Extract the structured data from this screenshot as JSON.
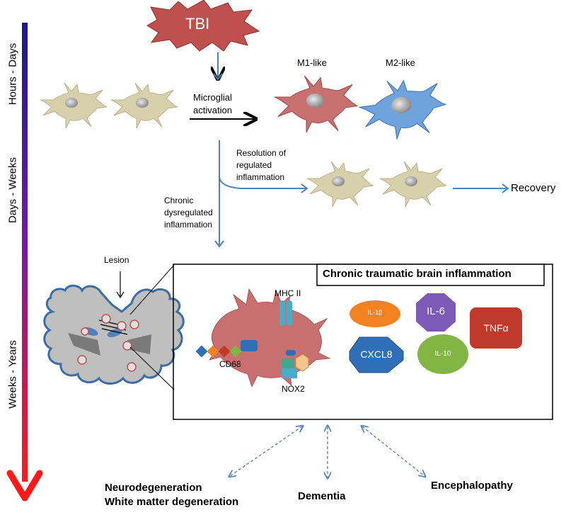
{
  "timeline": {
    "phases": [
      "Hours - Days",
      "Days - Weeks",
      "Weeks - Years"
    ]
  },
  "trigger": {
    "label": "TBI"
  },
  "labels": {
    "microglial_activation": [
      "Microglial",
      "activation"
    ],
    "m1": "M1-like",
    "m2": "M2-like",
    "resolution": [
      "Resolution of",
      "regulated",
      "inflammation"
    ],
    "recovery": "Recovery",
    "chronic": [
      "Chronic",
      "dysregulated",
      "inflammation"
    ],
    "lesion": "Lesion"
  },
  "panel": {
    "title": "Chronic traumatic brain inflammation",
    "markers": {
      "mhc": "MHC II",
      "cd68": "CD68",
      "nox2": "NOX2"
    },
    "cytokines": [
      "IL-1β",
      "IL-6",
      "TNFα",
      "CXCL8",
      "IL-10"
    ]
  },
  "outcomes": [
    "Neurodegeneration",
    "White matter degeneration",
    "Dementia",
    "Encephalopathy"
  ],
  "colors": {
    "tbi_fill": "#c0504d",
    "resting_cell": "#d8d0aa",
    "m1_cell": "#c87070",
    "m2_cell": "#6fa3dd",
    "arrow_blue": "#4f81bd",
    "il1b": "#f58220",
    "il6": "#7d5ab5",
    "tnfa": "#c0392b",
    "cxcl8": "#2f6fb8",
    "il10": "#82b541"
  }
}
